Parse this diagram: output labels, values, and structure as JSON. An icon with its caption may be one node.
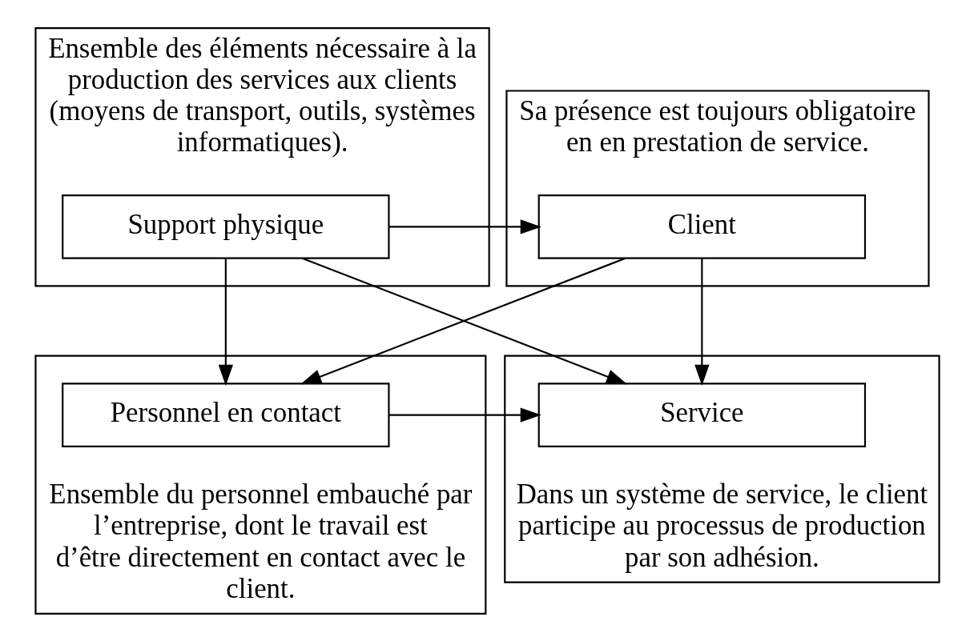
{
  "diagram": {
    "nodes": [
      {
        "text": [
          "Ensemble des éléments nécessaire à la production des services aux clients (moyens de transport, outils, systèmes informatiques)."
        ]
      },
      {
        "text": [
          "Support physique"
        ],
        "in": 0
      },
      {
        "text": [
          "Sa présence est toujours obligatoire en en prestation de service."
        ]
      },
      {
        "text": [
          "Client"
        ],
        "in": 2
      },
      {
        "text": [
          "Ensemble du personnel embauché par l’entreprise, dont le travail est d’être directement en contact avec le client."
        ]
      },
      {
        "text": [
          "Personnel en contact"
        ],
        "in": 4
      },
      {
        "text": [
          "Dans un système de service, le client participe au processus de production par son adhésion."
        ]
      },
      {
        "text": [
          "Service"
        ],
        "in": 6
      }
    ],
    "edges": [
      {
        "from": 1,
        "to": 3,
        "arrow": "to"
      },
      {
        "from": 1,
        "to": 5,
        "arrow": "to"
      },
      {
        "from": 1,
        "to": 7,
        "arrow": "to"
      },
      {
        "from": 3,
        "to": 5,
        "arrow": "to"
      },
      {
        "from": 3,
        "to": 7,
        "arrow": "to"
      },
      {
        "from": 5,
        "to": 7,
        "arrow": "to"
      }
    ]
  }
}
